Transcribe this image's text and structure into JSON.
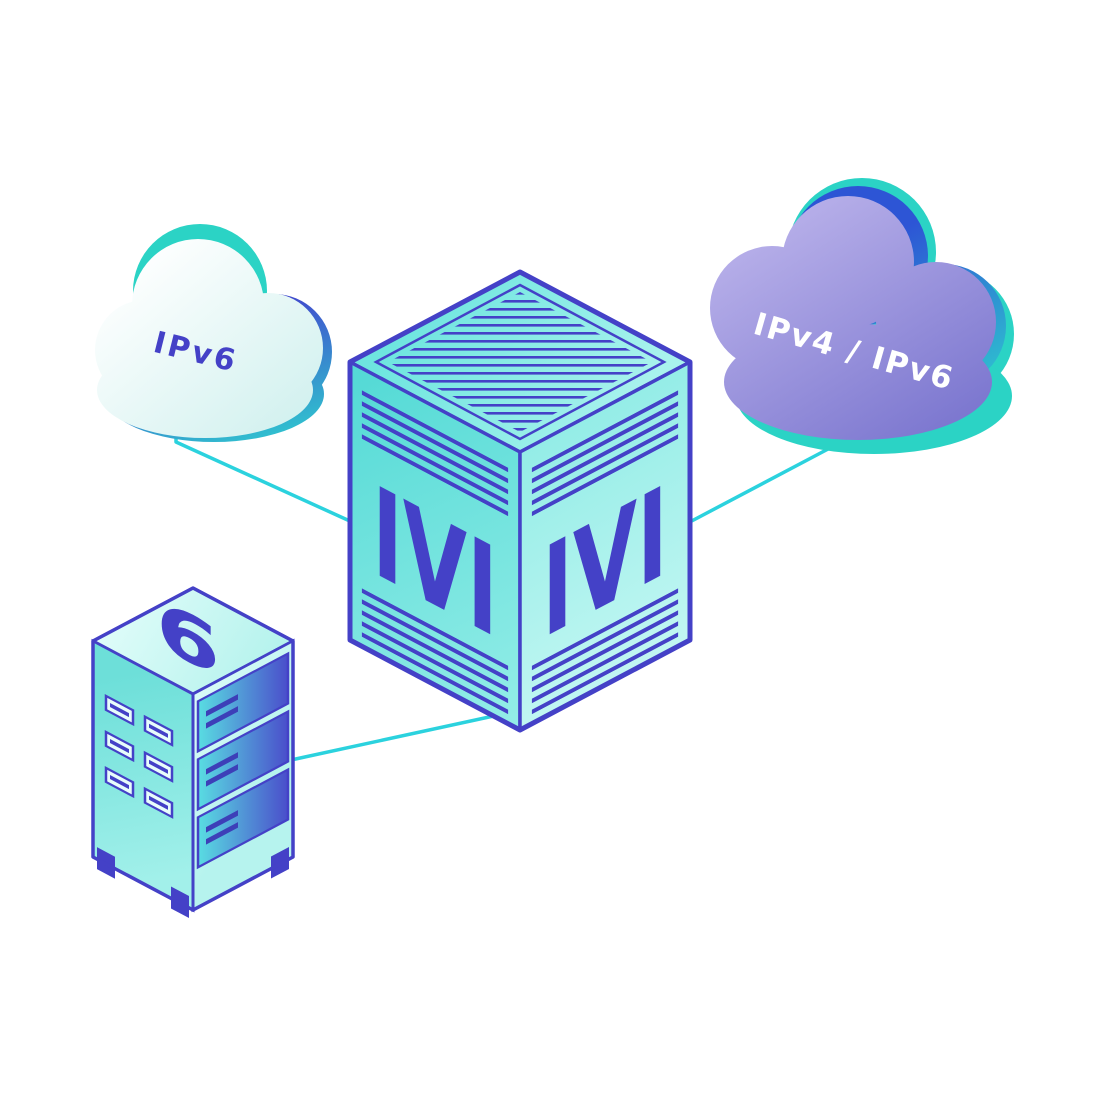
{
  "diagram": {
    "left_cloud": {
      "label": "IPv6"
    },
    "right_cloud": {
      "label": "IPv4 / IPv6"
    },
    "cube": {
      "left_face_label": "IVI",
      "right_face_label": "IVI"
    },
    "server": {
      "label": "6"
    }
  },
  "colors": {
    "background": "#ffffff",
    "connector_cyan": "#2bd2de",
    "indigo_outline": "#4441c7",
    "teal_accent": "#2bd3c5",
    "blue_accent": "#2d55d5",
    "cloud_purple": "#8b85d5",
    "cube_teal": "#7ce9e3",
    "label_white": "#ffffff"
  }
}
